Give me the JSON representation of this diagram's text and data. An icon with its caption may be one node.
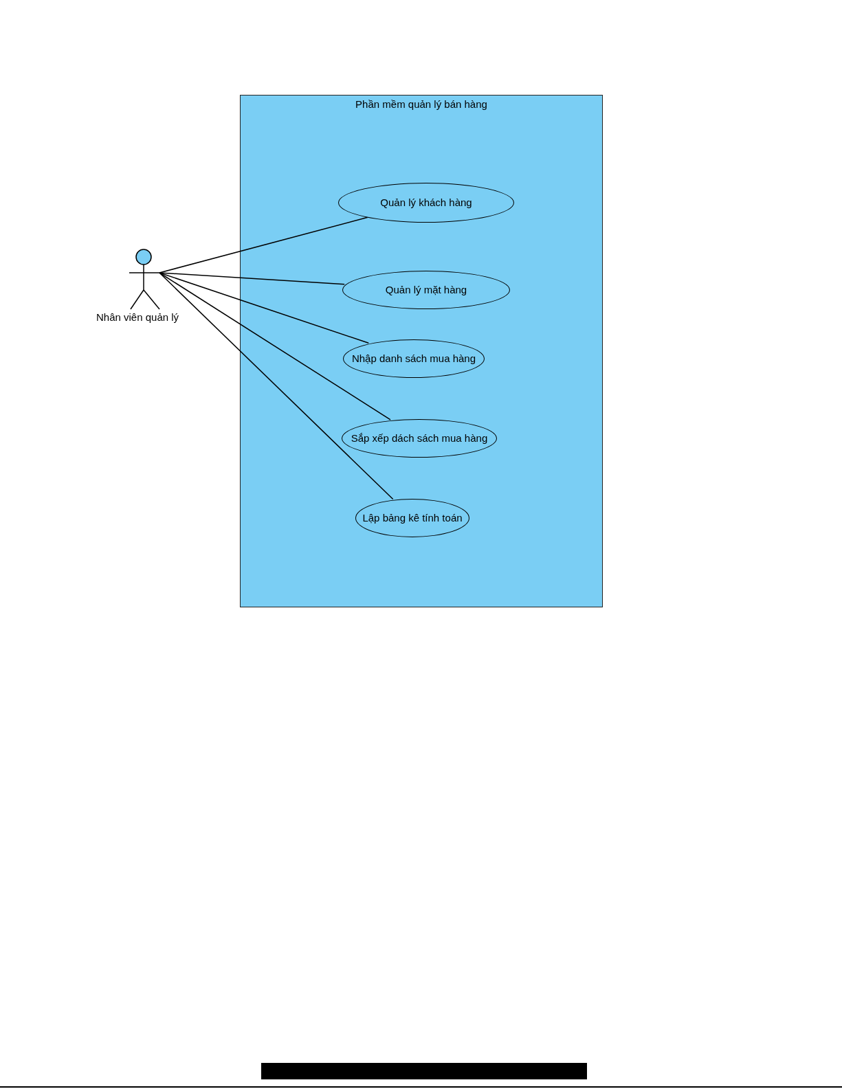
{
  "diagram": {
    "nodes": [
      {
        "text": [
          "Phần mềm quản lý bán hàng"
        ]
      },
      {
        "text": [
          "Nhân viên quản lý"
        ]
      },
      {
        "text": [
          "Quản lý khách hàng"
        ],
        "in": 0
      },
      {
        "text": [
          "Quản lý mặt hàng"
        ],
        "in": 0
      },
      {
        "text": [
          "Nhập danh sách mua hàng"
        ],
        "in": 0
      },
      {
        "text": [
          "Sắp xếp dách sách mua hàng"
        ],
        "in": 0
      },
      {
        "text": [
          "Lập bảng kê tính toán"
        ],
        "in": 0
      }
    ],
    "edges": [
      {
        "from": 1,
        "to": 2,
        "arrow": "none"
      },
      {
        "from": 1,
        "to": 3,
        "arrow": "none"
      },
      {
        "from": 1,
        "to": 4,
        "arrow": "none"
      },
      {
        "from": 1,
        "to": 5,
        "arrow": "none"
      },
      {
        "from": 1,
        "to": 6,
        "arrow": "none"
      }
    ]
  }
}
